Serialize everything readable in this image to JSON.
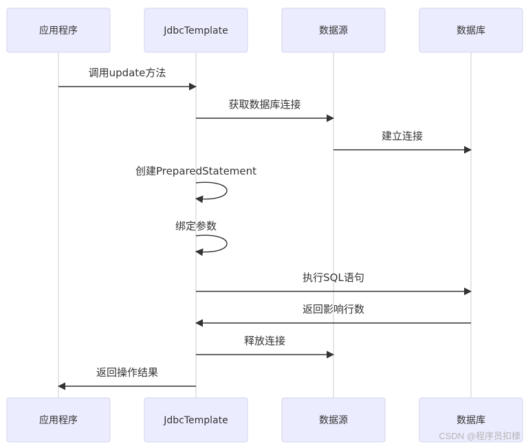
{
  "participants": [
    {
      "id": "app",
      "label": "应用程序"
    },
    {
      "id": "jdbc",
      "label": "JdbcTemplate"
    },
    {
      "id": "ds",
      "label": "数据源"
    },
    {
      "id": "db",
      "label": "数据库"
    }
  ],
  "messages": [
    {
      "from": "app",
      "to": "jdbc",
      "label": "调用update方法"
    },
    {
      "from": "jdbc",
      "to": "ds",
      "label": "获取数据库连接"
    },
    {
      "from": "ds",
      "to": "db",
      "label": "建立连接"
    },
    {
      "from": "jdbc",
      "to": "jdbc",
      "label": "创建PreparedStatement"
    },
    {
      "from": "jdbc",
      "to": "jdbc",
      "label": "绑定参数"
    },
    {
      "from": "jdbc",
      "to": "db",
      "label": "执行SQL语句"
    },
    {
      "from": "db",
      "to": "jdbc",
      "label": "返回影响行数"
    },
    {
      "from": "jdbc",
      "to": "ds",
      "label": "释放连接"
    },
    {
      "from": "jdbc",
      "to": "app",
      "label": "返回操作结果"
    }
  ],
  "watermark": "CSDN @程序员扣棣"
}
